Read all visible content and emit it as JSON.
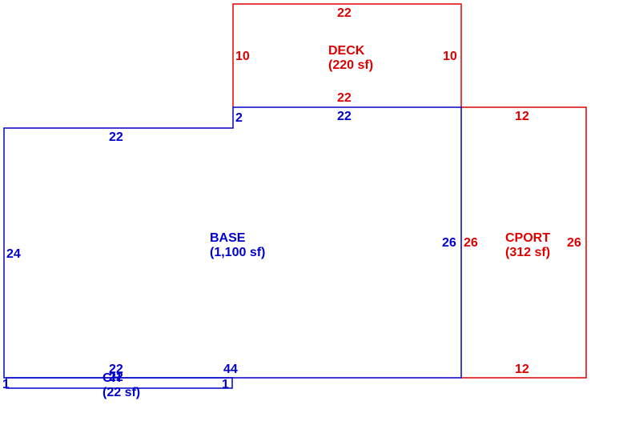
{
  "colors": {
    "base": "#0000cc",
    "addition": "#dd0000"
  },
  "deck": {
    "name": "DECK",
    "area": "(220 sf)",
    "dim_top": "22",
    "dim_left": "10",
    "dim_right": "10",
    "dim_bottom": "22"
  },
  "base": {
    "name": "BASE",
    "area": "(1,100 sf)",
    "dim_top_left": "22",
    "dim_step": "2",
    "dim_top_right": "22",
    "dim_left": "24",
    "dim_right": "26",
    "dim_bottom_left": "22",
    "dim_bottom": "44"
  },
  "cport": {
    "name": "CPORT",
    "area": "(312 sf)",
    "dim_top": "12",
    "dim_left": "26",
    "dim_right": "26",
    "dim_bottom": "12"
  },
  "ch": {
    "name": "CH",
    "area": "(22 sf)",
    "dim_top": "22",
    "dim_left": "1",
    "dim_right": "1"
  }
}
